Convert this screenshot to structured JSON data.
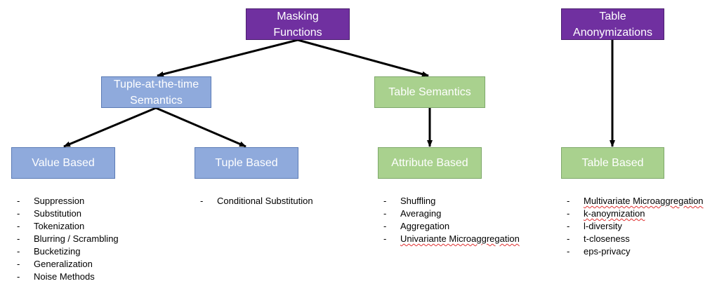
{
  "colors": {
    "top_level_fill": "#7030a0",
    "tuple_branch_fill": "#8faadc",
    "table_branch_fill": "#a9d18e",
    "arrow": "#000000",
    "spellcheck_underline": "#e03030"
  },
  "nodes": {
    "masking_functions": {
      "line1": "Masking",
      "line2": "Functions"
    },
    "table_anonymizations": {
      "line1": "Table",
      "line2": "Anonymizations"
    },
    "tuple_at_the_time_semantics": {
      "line1": "Tuple-at-the-time",
      "line2": "Semantics"
    },
    "table_semantics": {
      "label": "Table Semantics"
    },
    "value_based": {
      "label": "Value Based"
    },
    "tuple_based": {
      "label": "Tuple Based"
    },
    "attribute_based": {
      "label": "Attribute Based"
    },
    "table_based": {
      "label": "Table Based"
    }
  },
  "edges": [
    {
      "from": "Masking Functions",
      "to": "Tuple-at-the-time Semantics"
    },
    {
      "from": "Masking Functions",
      "to": "Table Semantics"
    },
    {
      "from": "Tuple-at-the-time Semantics",
      "to": "Value Based"
    },
    {
      "from": "Tuple-at-the-time Semantics",
      "to": "Tuple Based"
    },
    {
      "from": "Table Semantics",
      "to": "Attribute Based"
    },
    {
      "from": "Table Anonymizations",
      "to": "Table Based"
    }
  ],
  "lists": {
    "value_based": [
      "Suppression",
      "Substitution",
      "Tokenization",
      "Blurring / Scrambling",
      "Bucketizing",
      "Generalization",
      "Noise Methods"
    ],
    "tuple_based": [
      "Conditional Substitution"
    ],
    "attribute_based": [
      "Shuffling",
      "Averaging",
      "Aggregation",
      "Univariante Microaggregation"
    ],
    "table_based": [
      "Multivariate Microaggregation",
      "k-anoymization",
      "l-diversity",
      "t-closeness",
      "eps-privacy"
    ]
  }
}
